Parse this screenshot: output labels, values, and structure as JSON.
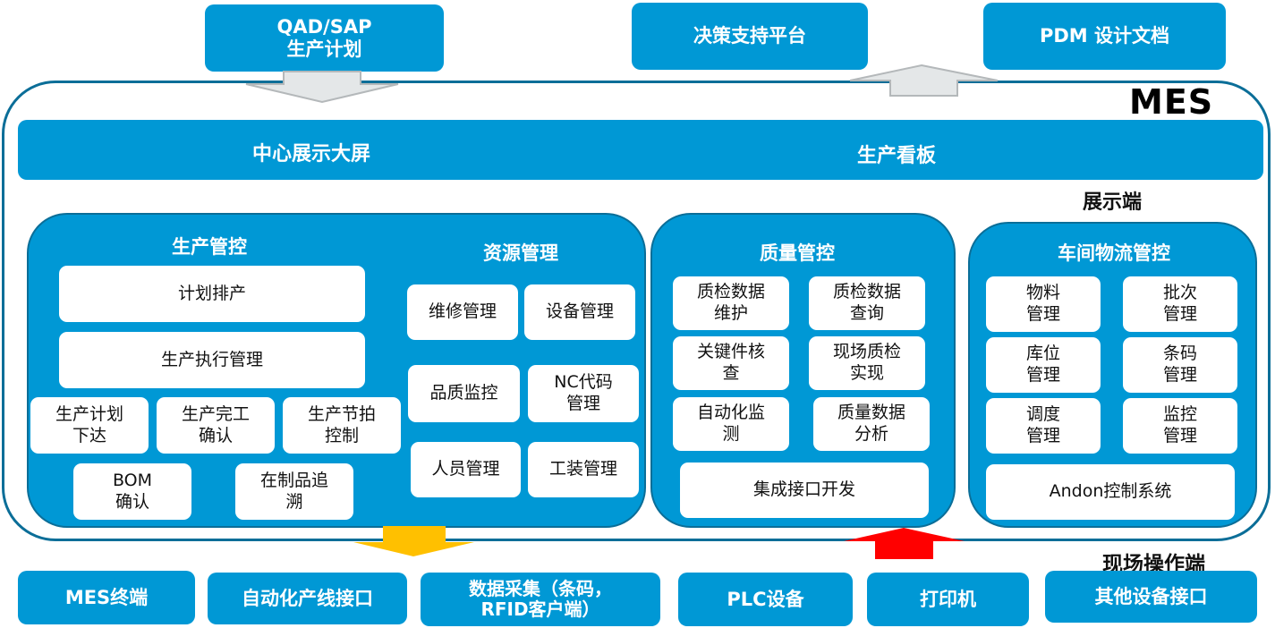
{
  "top_systems": [
    "QAD/SAP\n生产计划",
    "决策支持平台",
    "PDM 设计文档"
  ],
  "mes_label": "MES",
  "display_bar": {
    "left": "中心展示大屏",
    "right": "生产看板"
  },
  "display_label": "展示端",
  "production": {
    "title": "生产管控",
    "items": [
      "计划排产",
      "生产执行管理",
      "生产计划\n下达",
      "生产完工\n确认",
      "生产节拍\n控制",
      "BOM\n确认",
      "在制品追\n溯"
    ]
  },
  "resources": {
    "title": "资源管理",
    "items": [
      "维修管理",
      "设备管理",
      "品质监控",
      "NC代码\n管理",
      "人员管理",
      "工装管理"
    ]
  },
  "quality": {
    "title": "质量管控",
    "items": [
      "质检数据\n维护",
      "质检数据\n查询",
      "关键件核\n查",
      "现场质检\n实现",
      "自动化监\n测",
      "质量数据\n分析",
      "集成接口开发"
    ]
  },
  "logistics": {
    "title": "车间物流管控",
    "items": [
      "物料\n管理",
      "批次\n管理",
      "库位\n管理",
      "条码\n管理",
      "调度\n管理",
      "监控\n管理",
      "Andon控制系统"
    ]
  },
  "field_label": "现场操作端",
  "field_devices": [
    "MES终端",
    "自动化产线接口",
    "数据采集（条码，\nRFID客户端）",
    "PLC设备",
    "打印机",
    "其他设备接口"
  ],
  "colors": {
    "blue": "#0098d5",
    "border": "#0b6e98",
    "arrow_down_yellow": "#ffc000",
    "arrow_up_red": "#ff0000",
    "arrow_grey": "#e4e7e8"
  }
}
